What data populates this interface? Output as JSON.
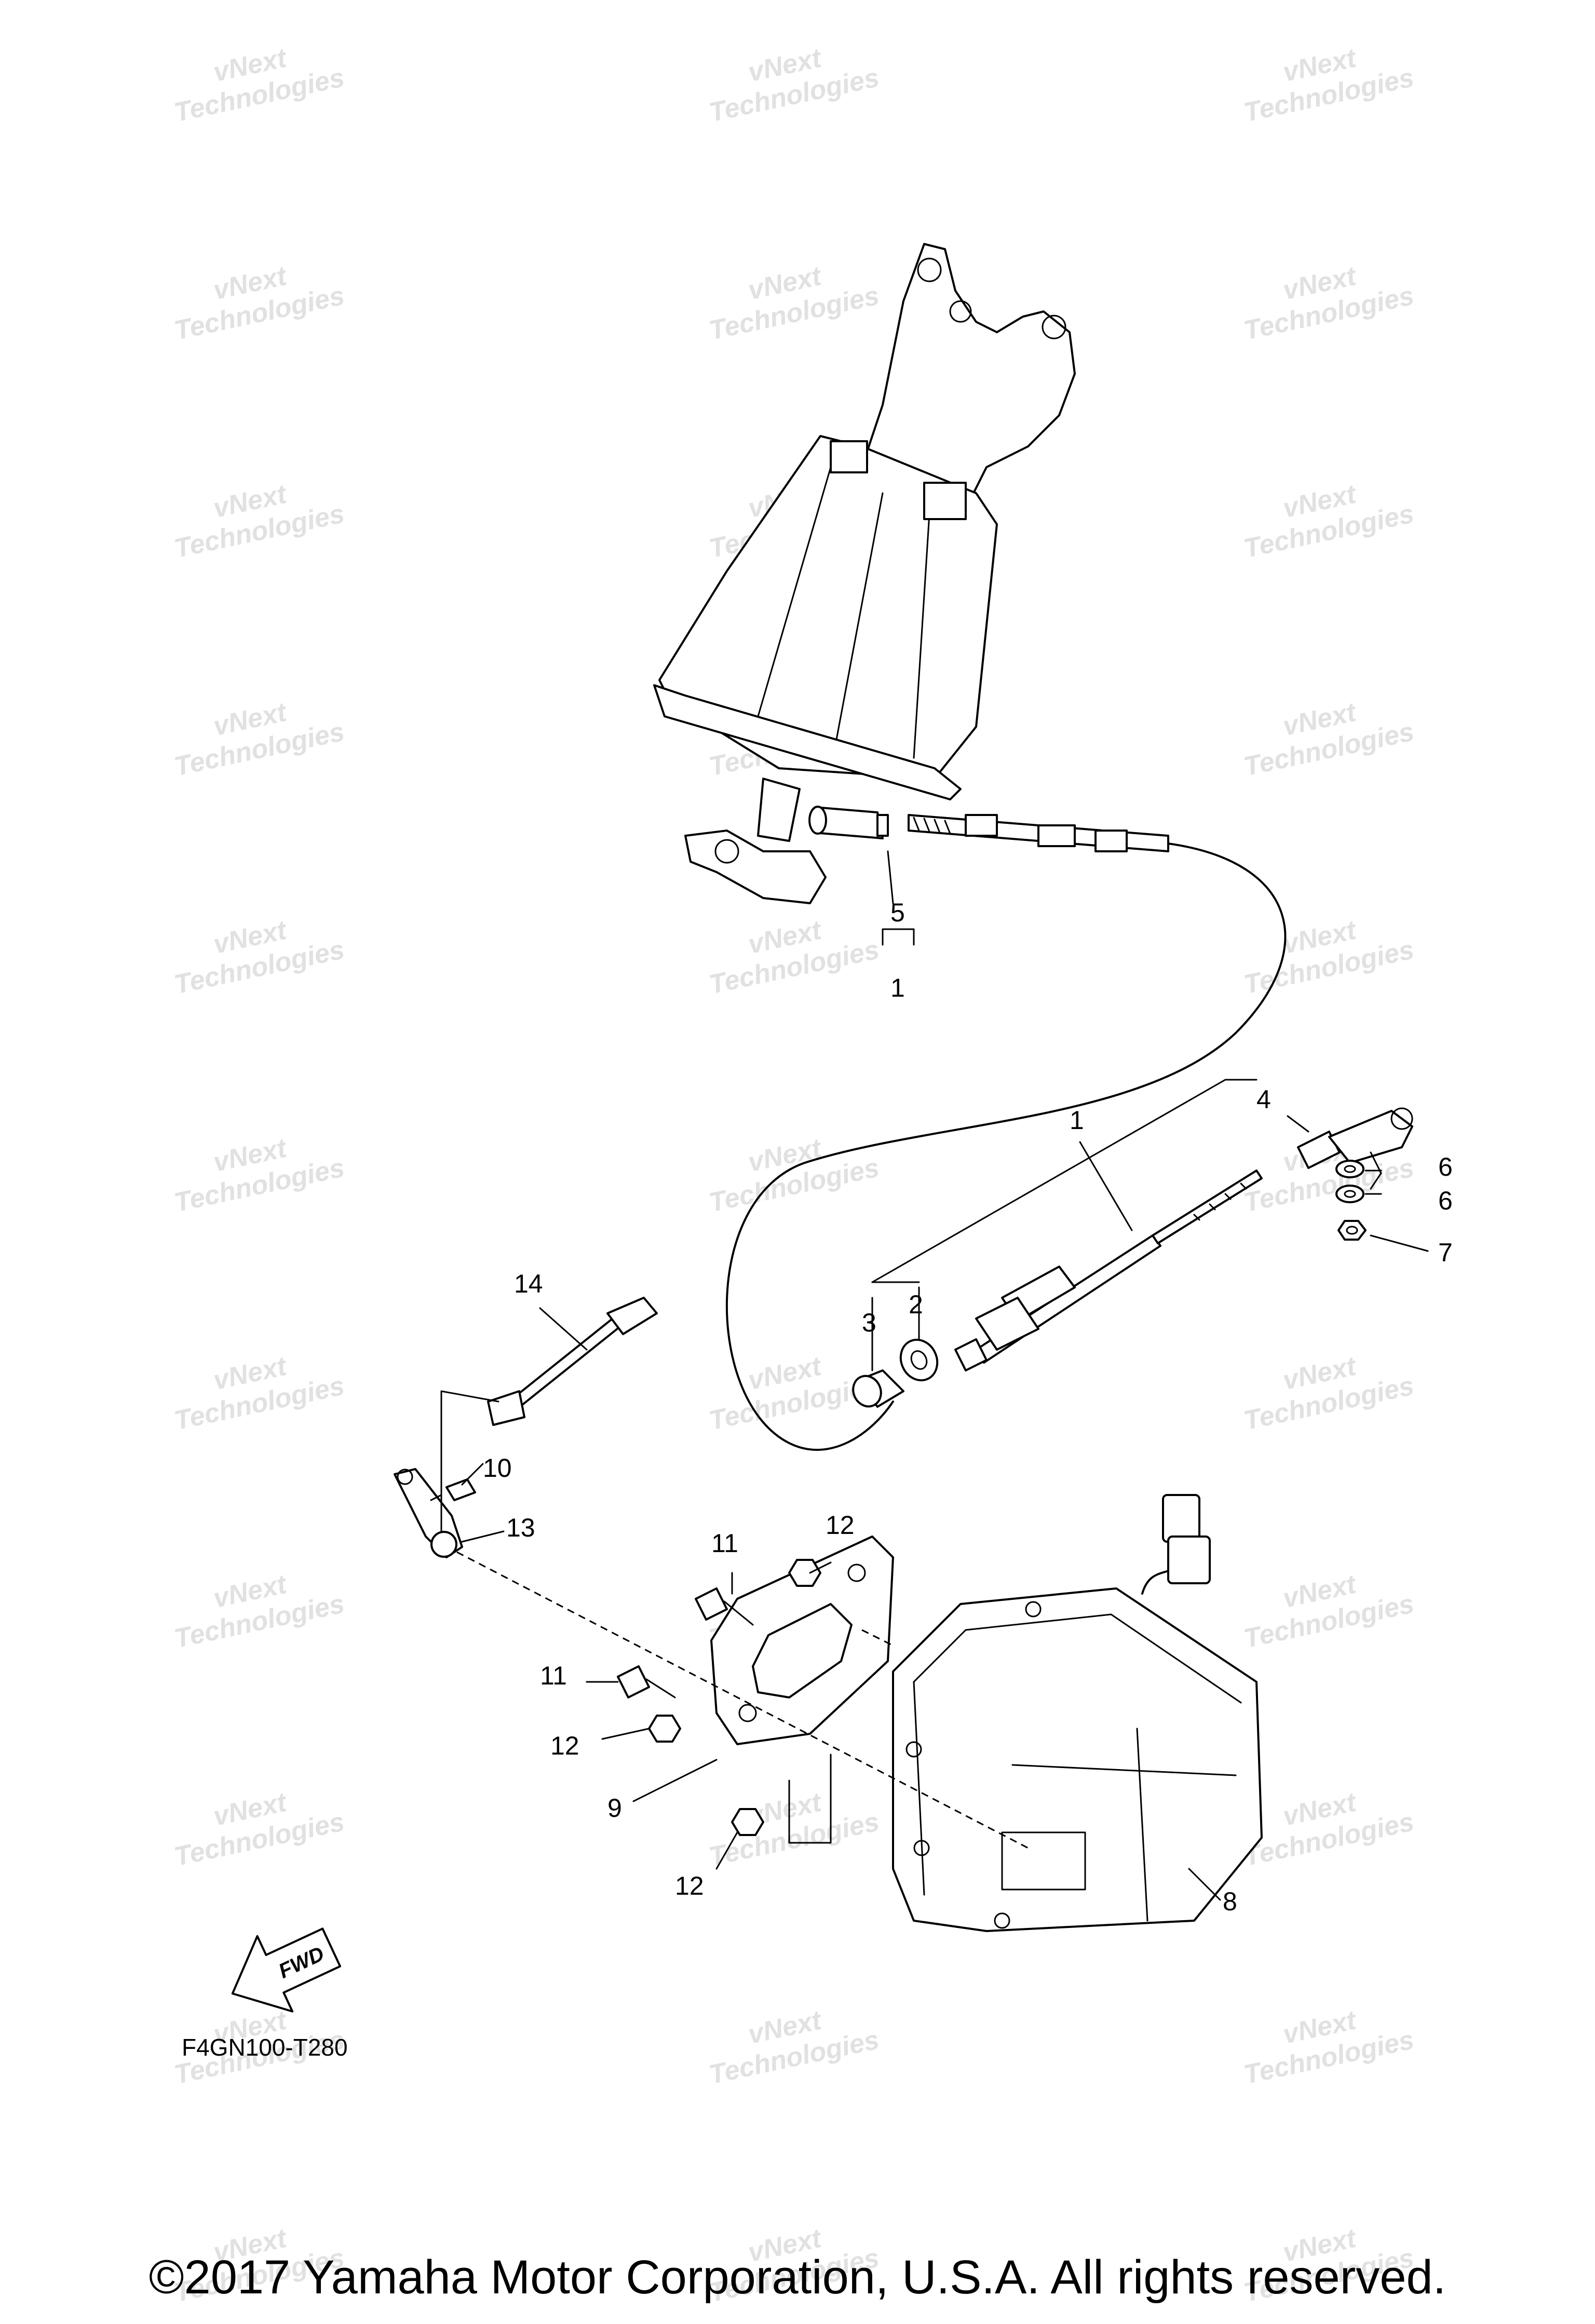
{
  "watermark": {
    "line1": "vNext",
    "line2": "Technologies"
  },
  "callouts": {
    "c1_top": "1",
    "c5": "5",
    "c1_mid": "1",
    "c4": "4",
    "c6a": "6",
    "c6b": "6",
    "c7": "7",
    "c2": "2",
    "c3": "3",
    "c14": "14",
    "c10": "10",
    "c13": "13",
    "c11a": "11",
    "c12a": "12",
    "c11b": "11",
    "c12b": "12",
    "c9": "9",
    "c12c": "12",
    "c8": "8"
  },
  "fwd_label": "FWD",
  "diagram_code": "F4GN100-T280",
  "copyright": "©2017 Yamaha Motor Corporation, U.S.A. All rights reserved."
}
